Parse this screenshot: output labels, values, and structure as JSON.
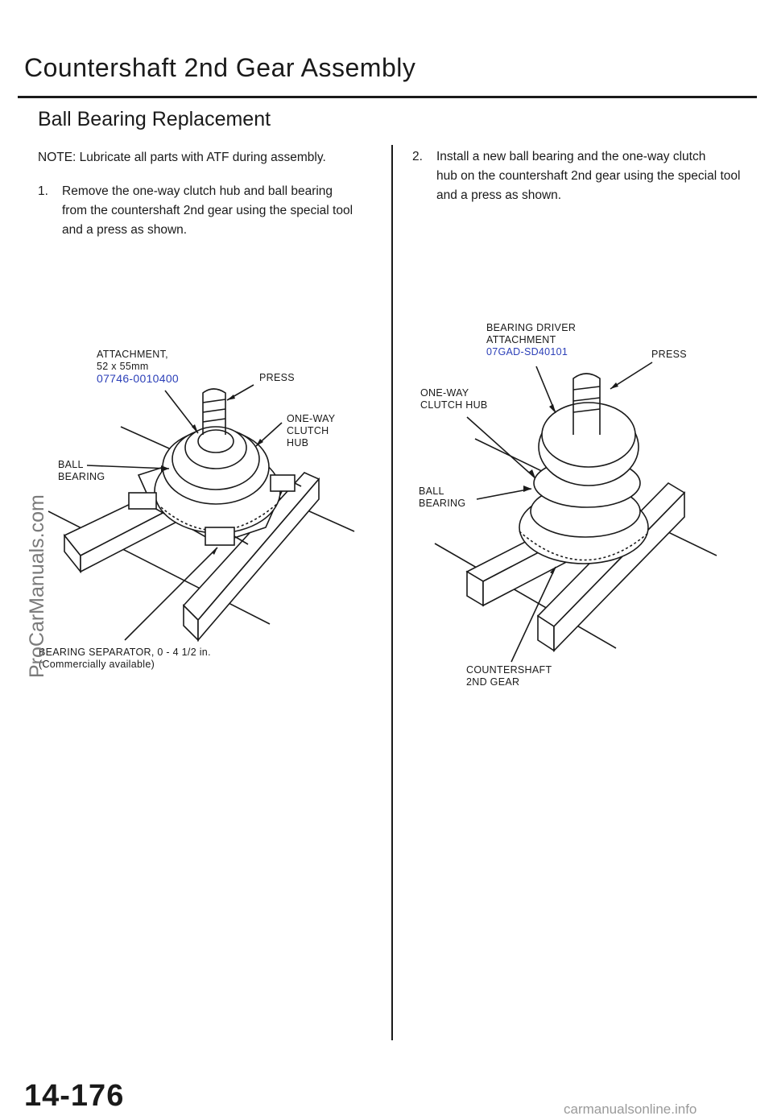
{
  "header": {
    "title": "Countershaft 2nd Gear Assembly",
    "subtitle": "Ball Bearing Replacement"
  },
  "left_column": {
    "note": "NOTE:  Lubricate all parts with ATF during assembly.",
    "step1_number": "1.",
    "step1_line1": "Remove the one-way clutch hub and ball bearing",
    "step1_cont": "from the countershaft 2nd gear using the special tool and a press as shown."
  },
  "right_column": {
    "step2_number": "2.",
    "step2_line1": "Install a new ball bearing and the one-way clutch",
    "step2_cont": "hub on the countershaft 2nd gear using the special tool and a press as shown."
  },
  "figure1": {
    "attachment_line1": "ATTACHMENT,",
    "attachment_line2": "52 x 55mm",
    "attachment_part": "07746-0010400",
    "press": "PRESS",
    "oneway_line1": "ONE-WAY",
    "oneway_line2": "CLUTCH",
    "oneway_line3": "HUB",
    "ball_line1": "BALL",
    "ball_line2": "BEARING",
    "separator_line1": "BEARING SEPARATOR, 0 - 4 1/2 in.",
    "separator_line2": "(Commercially available)"
  },
  "figure2": {
    "driver_line1": "BEARING DRIVER",
    "driver_line2": "ATTACHMENT",
    "driver_part": "07GAD-SD40101",
    "press": "PRESS",
    "oneway_line1": "ONE-WAY",
    "oneway_line2": "CLUTCH  HUB",
    "ball_line1": "BALL",
    "ball_line2": "BEARING",
    "gear_line1": "COUNTERSHAFT",
    "gear_line2": "2ND  GEAR"
  },
  "page_number": "14-176",
  "watermark": "ProCarManuals.com",
  "footer_site": "carmanualsonline.info",
  "colors": {
    "part_number": "#2b3fb8",
    "ink": "#1a1a1a"
  }
}
